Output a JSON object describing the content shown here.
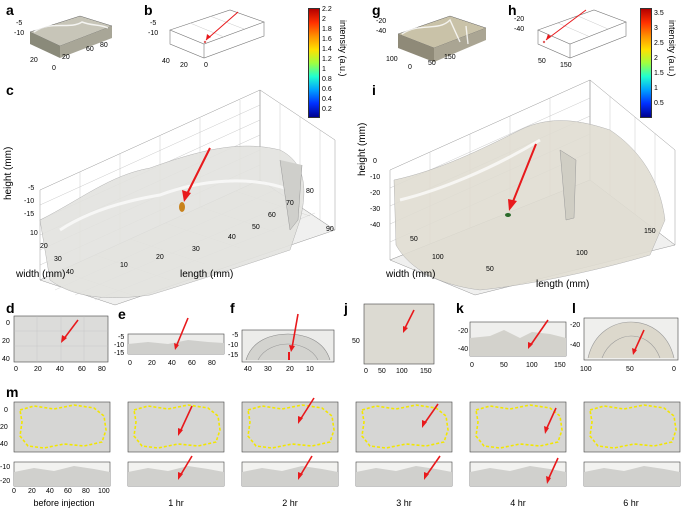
{
  "panels": {
    "a": "a",
    "b": "b",
    "c": "c",
    "d": "d",
    "e": "e",
    "f": "f",
    "g": "g",
    "h": "h",
    "i": "i",
    "j": "j",
    "k": "k",
    "l": "l",
    "m": "m"
  },
  "axes": {
    "height": "height (mm)",
    "width": "width (mm)",
    "length": "length (mm)",
    "intensity": "intensity (a.u.)"
  },
  "colorbar_left": {
    "ticks": [
      "2.2",
      "2",
      "1.8",
      "1.6",
      "1.4",
      "1.2",
      "1",
      "0.8",
      "0.6",
      "0.4",
      "0.2"
    ]
  },
  "colorbar_right": {
    "ticks": [
      "3.5",
      "3",
      "2.5",
      "2",
      "1.5",
      "1",
      "0.5"
    ]
  },
  "timepoints": [
    "before injection",
    "1 hr",
    "2 hr",
    "3 hr",
    "4 hr",
    "6 hr"
  ],
  "colors": {
    "arrow": "#e8191c",
    "outline": "#f2e600",
    "grid": "#9a9a9a",
    "surface": "#d9d9d4"
  }
}
